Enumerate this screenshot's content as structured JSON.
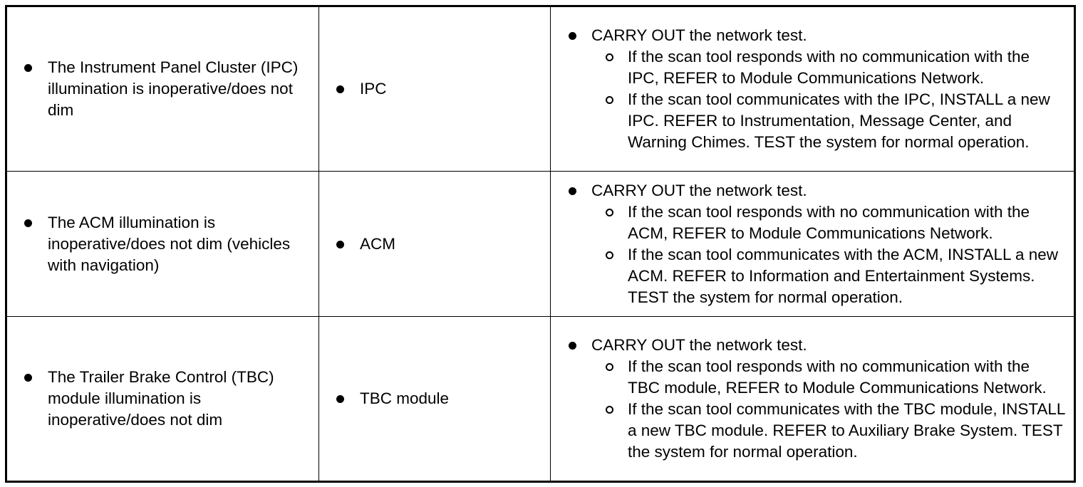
{
  "rows": [
    {
      "condition": "The Instrument Panel Cluster (IPC) illumination is inoperative/does not dim",
      "source": "IPC",
      "action": "CARRY OUT the network test.",
      "sub_actions": [
        "If the scan tool responds with no communication with the IPC, REFER to Module Communications Network.",
        "If the scan tool communicates with the IPC, INSTALL a new IPC. REFER to Instrumentation, Message Center, and Warning Chimes. TEST the system for normal operation."
      ]
    },
    {
      "condition": "The ACM illumination is inoperative/does not dim (vehicles with navigation)",
      "source": "ACM",
      "action": "CARRY OUT the network test.",
      "sub_actions": [
        "If the scan tool responds with no communication with the ACM, REFER to Module Communications Network.",
        "If the scan tool communicates with the ACM, INSTALL a new ACM. REFER to Information and Entertainment Systems. TEST the system for normal operation."
      ]
    },
    {
      "condition": "The Trailer Brake Control (TBC) module illumination is inoperative/does not dim",
      "source": "TBC module",
      "action": "CARRY OUT the network test.",
      "sub_actions": [
        "If the scan tool responds with no communication with the TBC module, REFER to Module Communications Network.",
        "If the scan tool communicates with the TBC module, INSTALL a new TBC module. REFER to Auxiliary Brake System. TEST the system for normal operation."
      ]
    }
  ]
}
